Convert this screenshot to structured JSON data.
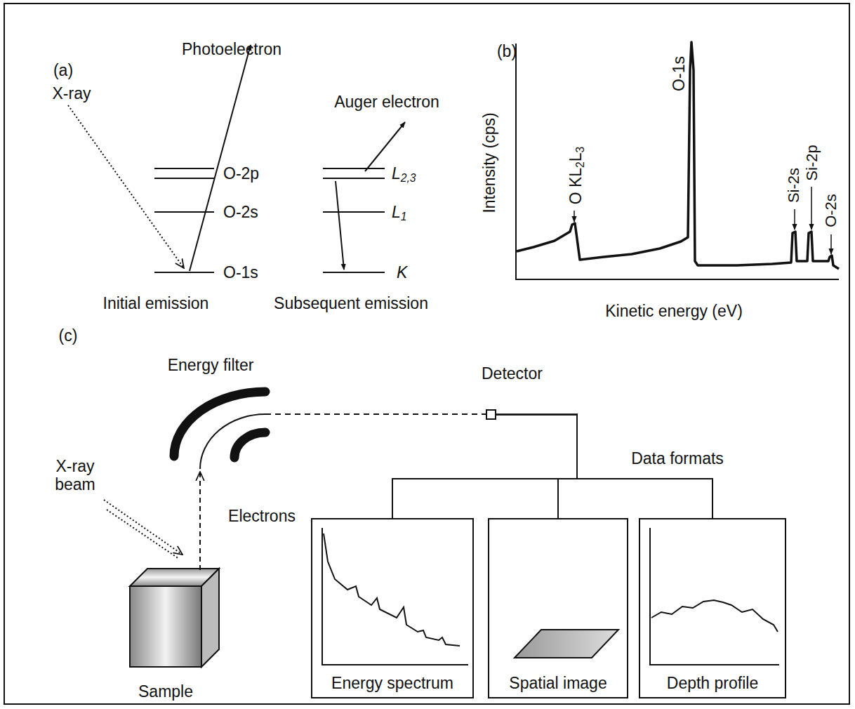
{
  "diagram": {
    "nodes": [
      {
        "text": [
          "Detector"
        ]
      },
      {
        "text": [
          "Energy spectrum"
        ]
      },
      {
        "text": [
          "Spatial image"
        ]
      },
      {
        "text": [
          "Depth profile"
        ]
      }
    ],
    "edges": [
      {
        "from": 0,
        "to": 1,
        "arrow": "none"
      },
      {
        "from": 0,
        "to": 2,
        "arrow": "none"
      },
      {
        "from": 0,
        "to": 3,
        "arrow": "none"
      }
    ],
    "labels": [
      "(a)",
      "Photoelectron",
      "X-ray",
      "Auger electron",
      "O-2p",
      "O-2s",
      "O-1s",
      "L2,3",
      "L1",
      "K",
      "Initial emission",
      "Subsequent emission",
      "(b)",
      "Intensity (cps)",
      "O KL2L3",
      "O-1s",
      "Si-2s",
      "Si-2p",
      "O-2s",
      "Kinetic energy (eV)",
      "(c)",
      "Energy filter",
      "X-ray beam",
      "Electrons",
      "Data formats",
      "Sample"
    ]
  }
}
